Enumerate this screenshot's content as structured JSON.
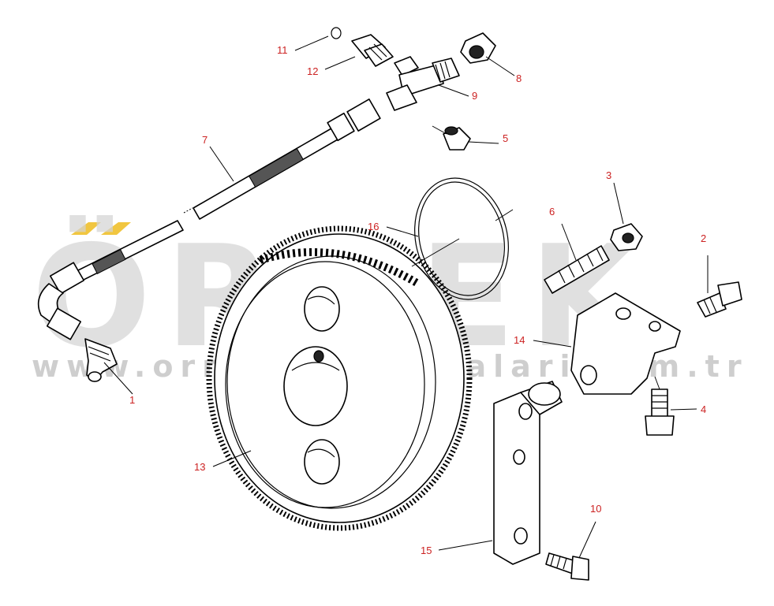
{
  "watermark": {
    "brand": "ÖRNEK",
    "url": "www.ornekismakinalari.com.tr",
    "umlaut_color": "#f1c640",
    "text_color": "#cfcfcf"
  },
  "callouts": [
    {
      "id": "c1",
      "label": "1"
    },
    {
      "id": "c2",
      "label": "2"
    },
    {
      "id": "c3",
      "label": "3"
    },
    {
      "id": "c4",
      "label": "4"
    },
    {
      "id": "c5",
      "label": "5"
    },
    {
      "id": "c6",
      "label": "6"
    },
    {
      "id": "c7",
      "label": "7"
    },
    {
      "id": "c8",
      "label": "8"
    },
    {
      "id": "c9",
      "label": "9"
    },
    {
      "id": "c10",
      "label": "10"
    },
    {
      "id": "c11",
      "label": "11"
    },
    {
      "id": "c12",
      "label": "12"
    },
    {
      "id": "c13",
      "label": "13"
    },
    {
      "id": "c14",
      "label": "14"
    },
    {
      "id": "c15",
      "label": "15"
    },
    {
      "id": "c16",
      "label": "16"
    }
  ],
  "colors": {
    "callout_text": "#cc2222",
    "line": "#000000"
  }
}
